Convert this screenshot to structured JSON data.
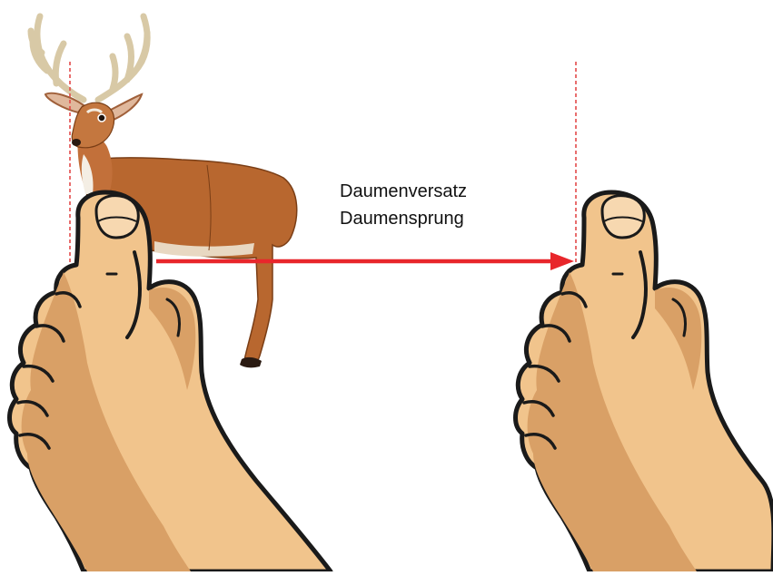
{
  "caption": {
    "line1": "Daumenversatz",
    "line2": "Daumensprung"
  },
  "elements": {
    "deer": "deer-target-image",
    "left_hand": "thumbs-up-hand-left",
    "right_hand": "thumbs-up-hand-right",
    "arrow": "red-arrow-right"
  },
  "colors": {
    "arrow": "#e8262b",
    "guide_line": "#e34a4a",
    "skin_base": "#f1c48c",
    "skin_shade": "#d9a066",
    "outline": "#1a1a1a",
    "deer_body": "#b8672f",
    "antler": "#d8c9a6"
  }
}
